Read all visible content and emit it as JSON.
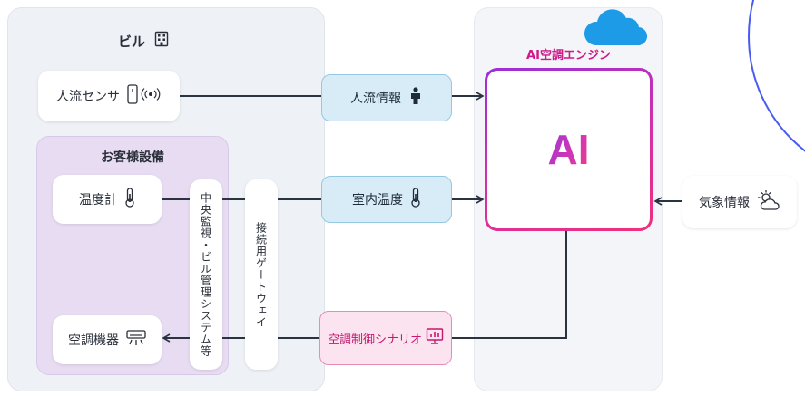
{
  "building": {
    "title": "ビル"
  },
  "sensor": {
    "label": "人流センサ"
  },
  "customer": {
    "title": "お客様設備"
  },
  "thermometer": {
    "label": "温度計"
  },
  "aircon": {
    "label": "空調機器"
  },
  "central": {
    "label": "中央監視・ビル管理システム等"
  },
  "gateway": {
    "label": "接続用ゲートウェイ"
  },
  "flow_info": {
    "label": "人流情報"
  },
  "temp_info": {
    "label": "室内温度"
  },
  "scenario": {
    "label": "空調制御シナリオ"
  },
  "engine": {
    "label": "AI空調エンジン",
    "core": "AI"
  },
  "weather": {
    "label": "気象情報"
  },
  "colors": {
    "accent_purple": "#9c2fd6",
    "accent_pink": "#e0247f",
    "info_blue": "#d7ecf6",
    "cloud_blue": "#1e9be6",
    "line": "#2a3340"
  }
}
